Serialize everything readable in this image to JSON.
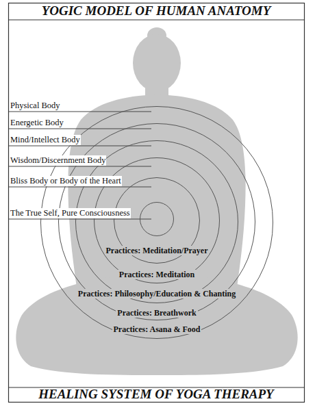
{
  "diagram": {
    "title": "YOGIC MODEL OF HUMAN ANATOMY",
    "caption": "HEALING SYSTEM OF YOGA THERAPY",
    "nodes": [
      {
        "text": [
          "Physical Body",
          "Practices: Asana & Food"
        ]
      },
      {
        "text": [
          "Energetic Body",
          "Practices: Breathwork"
        ],
        "in": 0
      },
      {
        "text": [
          "Mind/Intellect Body",
          "Practices: Philosophy/Education & Chanting"
        ],
        "in": 1
      },
      {
        "text": [
          "Wisdom/Discernment Body",
          "Practices: Meditation"
        ],
        "in": 2
      },
      {
        "text": [
          "Bliss Body or Body of the Heart",
          "Practices: Meditation/Prayer"
        ],
        "in": 3
      },
      {
        "text": [
          "The True Self, Pure Consciousness"
        ],
        "in": 4
      }
    ]
  }
}
